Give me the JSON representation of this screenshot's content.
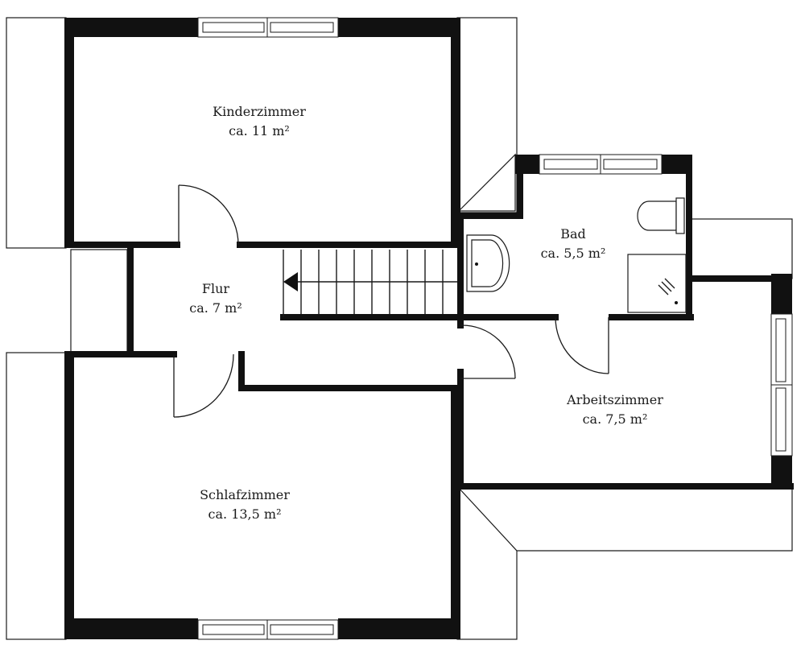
{
  "rooms": {
    "kinderzimmer": {
      "name": "Kinderzimmer",
      "area": "ca. 11 m²"
    },
    "bad": {
      "name": "Bad",
      "area": "ca. 5,5 m²"
    },
    "flur": {
      "name": "Flur",
      "area": "ca. 7 m²"
    },
    "arbeitszimmer": {
      "name": "Arbeitszimmer",
      "area": "ca. 7,5 m²"
    },
    "schlafzimmer": {
      "name": "Schlafzimmer",
      "area": "ca. 13,5 m²"
    }
  }
}
